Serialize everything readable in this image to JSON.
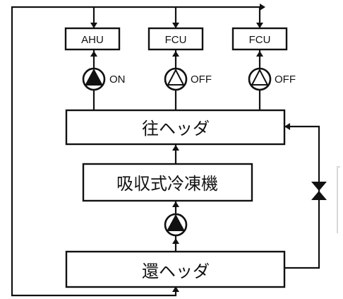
{
  "units": [
    {
      "label": "AHU",
      "pump_state": "ON",
      "pump_running": true
    },
    {
      "label": "FCU",
      "pump_state": "OFF",
      "pump_running": false
    },
    {
      "label": "FCU",
      "pump_state": "OFF",
      "pump_running": false
    }
  ],
  "supply_header": {
    "label": "往ヘッダ"
  },
  "chiller": {
    "label": "吸収式冷凍機"
  },
  "return_header": {
    "label": "還ヘッダ"
  },
  "bypass_valve": {
    "icon": "bow-tie-valve-icon"
  },
  "pump_icon": "pump-icon"
}
